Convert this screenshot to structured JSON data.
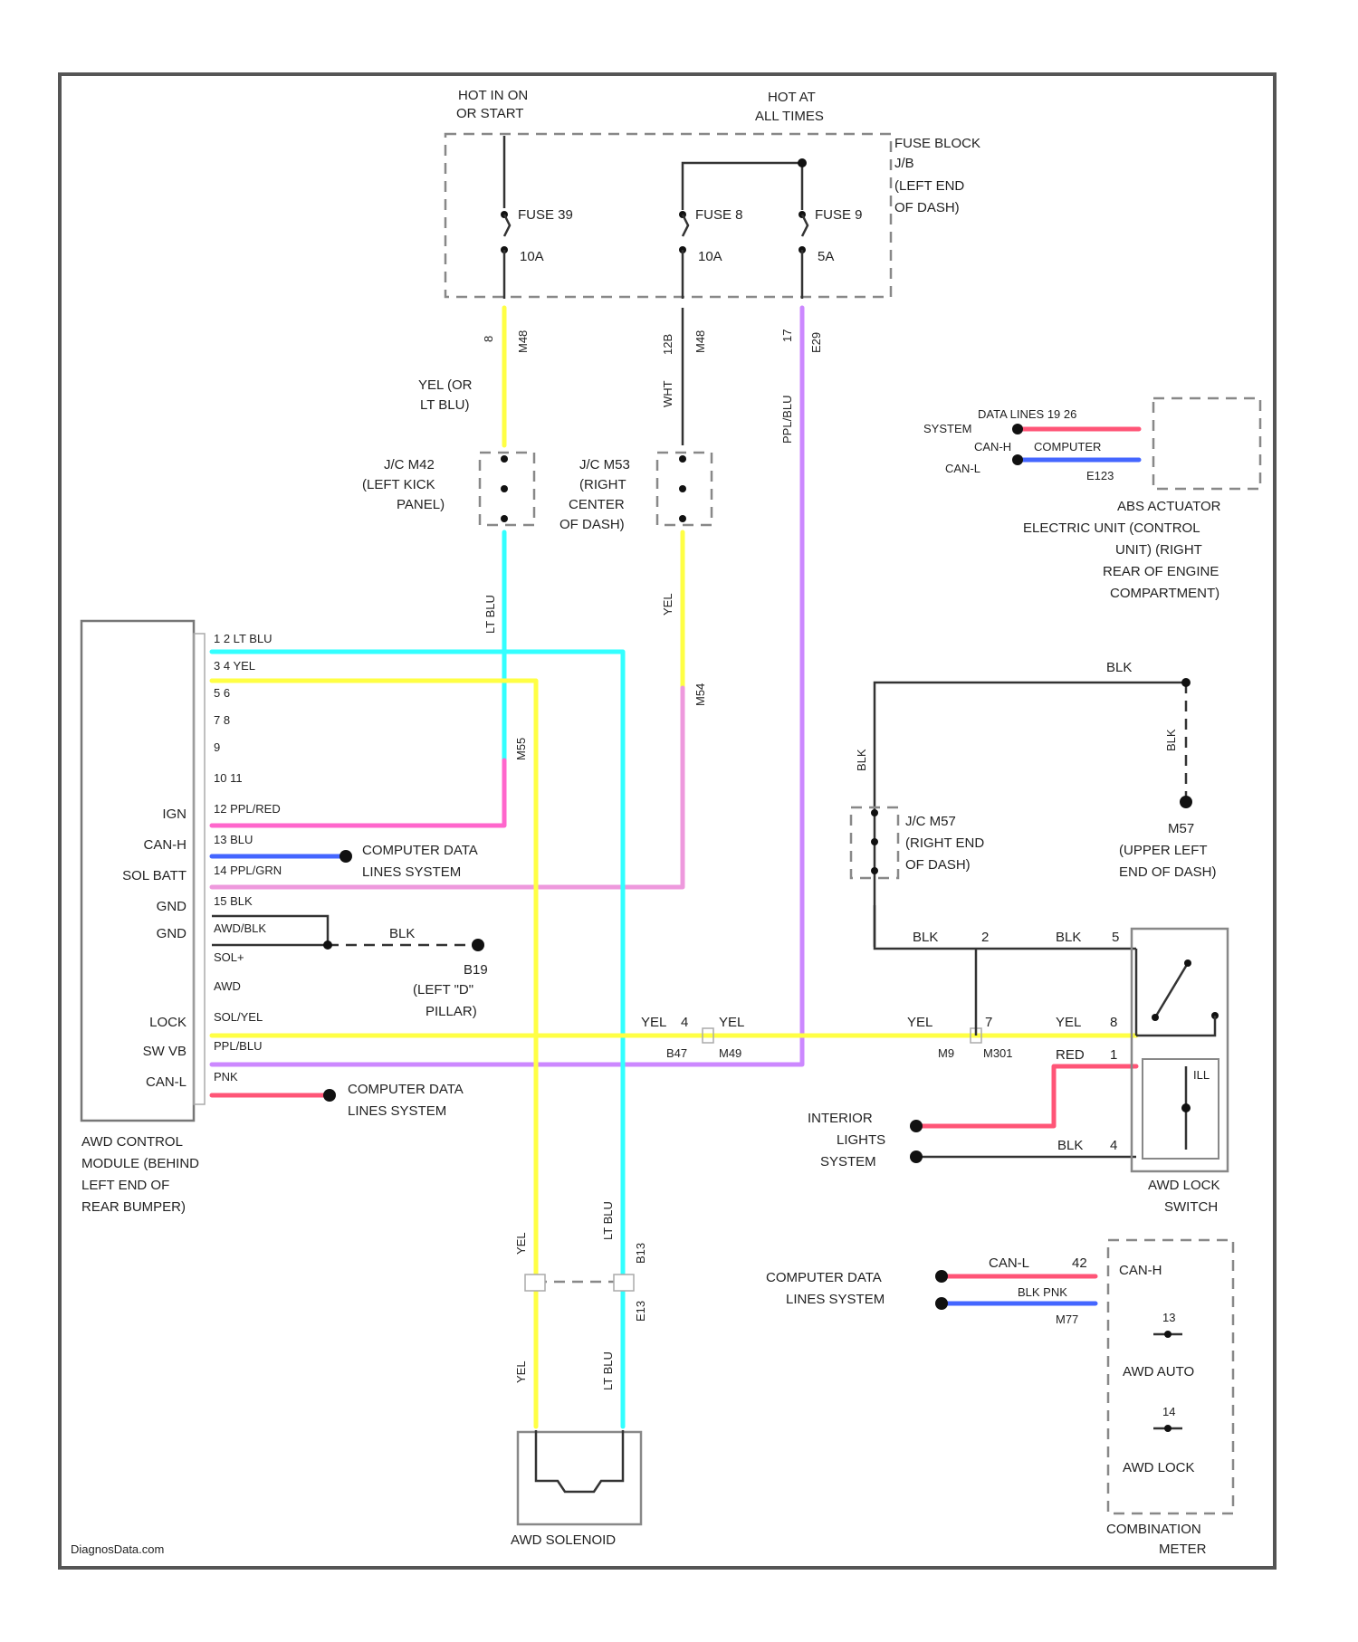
{
  "fuse_block": {
    "hot_run": [
      "HOT IN ON",
      "OR START"
    ],
    "hot_always": [
      "HOT AT",
      "ALL TIMES"
    ],
    "label": [
      "FUSE BLOCK",
      "J/B",
      "(LEFT END",
      "OF DASH)"
    ],
    "fuses": [
      {
        "name": "FUSE 39",
        "rating": "10A"
      },
      {
        "name": "FUSE 8",
        "rating": "10A"
      },
      {
        "name": "FUSE 9",
        "rating": "5A"
      }
    ],
    "pins": [
      {
        "pin": "8",
        "conn": "M48"
      },
      {
        "pin": "12B",
        "conn": "M48"
      },
      {
        "pin": "17",
        "conn": "E29"
      }
    ]
  },
  "wires": {
    "yel_or_ltblu": [
      "YEL (OR",
      "LT BLU)"
    ],
    "wht_vertical": "WHT",
    "ppl_blu_vertical": "PPL/BLU",
    "lt_blu_vertical": "LT BLU",
    "yel_vertical": "YEL",
    "lt_blu_lower": "LT BLU",
    "yel_lower": "YEL",
    "blk_top": "BLK",
    "blk_right_vertical": "BLK",
    "blk_left_vertical": "BLK"
  },
  "junctions": {
    "jc_m42": [
      "J/C M42",
      "(LEFT KICK",
      "PANEL)"
    ],
    "jc_m53": [
      "J/C M53",
      "(RIGHT",
      "CENTER",
      "OF DASH)"
    ],
    "jc_m57": [
      "J/C M57",
      "(RIGHT END",
      "OF DASH)"
    ],
    "ground_m57": [
      "M57",
      "(UPPER LEFT",
      "END OF DASH)"
    ],
    "ground_b19": [
      "B19",
      "(LEFT \"D\"",
      "PILLAR)"
    ],
    "m42_conn": "M55",
    "m53_conn": "M54",
    "m42_pin_label": "M55",
    "m53_pin_label": "M54"
  },
  "abs_actuator": {
    "data_lines": "DATA LINES 19 26",
    "system_label": "SYSTEM",
    "canh": "CAN-H",
    "canl": "CAN-L",
    "connector_mark": "COMPUTER",
    "conn": "E123",
    "label": [
      "ABS ACTUATOR",
      "ELECTRIC UNIT (CONTROL",
      "UNIT) (RIGHT",
      "REAR OF ENGINE",
      "COMPARTMENT)"
    ]
  },
  "awd_module": {
    "label": [
      "AWD CONTROL",
      "MODULE (BEHIND",
      "LEFT END OF",
      "REAR BUMPER)"
    ],
    "pins": [
      {
        "left": "",
        "right": "1 2 LT BLU"
      },
      {
        "left": "",
        "right": "3 4 YEL"
      },
      {
        "left": "",
        "right": "5 6"
      },
      {
        "left": "",
        "right": "7 8"
      },
      {
        "left": "",
        "right": "9"
      },
      {
        "left": "",
        "right": "10 11"
      },
      {
        "left": "IGN",
        "right": "12 PPL/RED"
      },
      {
        "left": "CAN-H",
        "right": "13 BLU"
      },
      {
        "left": "SOL BATT",
        "right": "14 PPL/GRN"
      },
      {
        "left": "GND",
        "right": "15 BLK"
      },
      {
        "left": "GND",
        "right": "AWD/BLK"
      },
      {
        "left": "",
        "right": "SOL+"
      },
      {
        "left": "",
        "right": "AWD"
      },
      {
        "left": "LOCK",
        "right": "SOL/YEL"
      },
      {
        "left": "SW VB",
        "right": "PPL/BLU"
      },
      {
        "left": "CAN-L",
        "right": "PNK"
      }
    ],
    "computer_data_1": [
      "COMPUTER DATA",
      "LINES SYSTEM"
    ],
    "computer_data_2": [
      "COMPUTER DATA",
      "LINES SYSTEM"
    ],
    "blk_label": "BLK"
  },
  "lock_line": {
    "yel_a": "YEL",
    "pin_a": "4",
    "yel_b": "YEL",
    "conn_a": "B47",
    "conn_b": "M49",
    "yel_c": "YEL",
    "pin_c": "7",
    "yel_d": "YEL",
    "pin_d": "8",
    "conn_c": "M9",
    "conn_d": "M301"
  },
  "awd_lock_switch": {
    "label": [
      "AWD LOCK",
      "SWITCH"
    ],
    "blk_a": "BLK",
    "pin_a": "2",
    "blk_b": "BLK",
    "pin_b": "5",
    "red": "RED",
    "pin_red": "1",
    "ill": "ILL",
    "blk_c": "BLK",
    "pin_c": "4",
    "interior": [
      "INTERIOR",
      "LIGHTS",
      "SYSTEM"
    ]
  },
  "combination_meter": {
    "label": [
      "COMBINATION",
      "METER"
    ],
    "canl": "CAN-L",
    "pin_l": "42",
    "canh": "CAN-H",
    "pnk_blu": "BLK PNK",
    "m77": "M77",
    "computer_data": [
      "COMPUTER DATA",
      "LINES SYSTEM"
    ],
    "awd_auto": "AWD AUTO",
    "awd_lock": "AWD LOCK",
    "ind_a": "13",
    "ind_b": "14"
  },
  "solenoid": {
    "label": "AWD SOLENOID",
    "conn_a": "B13",
    "conn_b": "E13"
  },
  "watermark": "DiagnosData.com",
  "colors": {
    "yellow": "#ffff44",
    "cyan": "#33ffff",
    "purple": "#cc88ff",
    "pink": "#ff66cc",
    "red": "#ff5577",
    "blue": "#4466ff",
    "black": "#333333"
  }
}
